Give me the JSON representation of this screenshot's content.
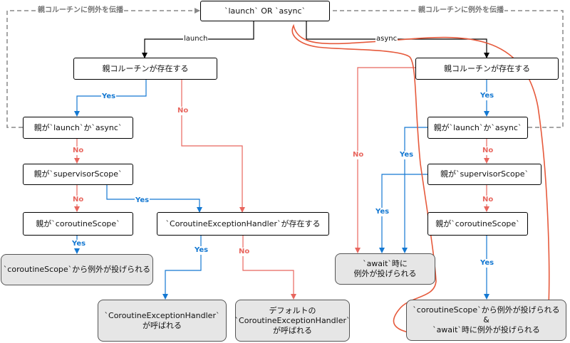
{
  "colors": {
    "yes": "#1478d2",
    "no": "#e8665e",
    "propagate": "#888888",
    "plain": "#000000",
    "highlight": "#e65a3c",
    "result_bg": "#e6e6e6"
  },
  "nodes": {
    "root": "`launch` OR `async`",
    "launch_parent_exists": "親コルーチンが存在する",
    "launch_parent_launch_or_async": "親が`launch`か`async`",
    "launch_parent_supervisor": "親が`supervisorScope`",
    "launch_parent_coroutine_scope": "親が`coroutineScope`",
    "launch_throw_coroutine_scope": "`coroutineScope`から例外が投げられる",
    "handler_exists": "`CoroutineExceptionHandler`が存在する",
    "handler_called": "`CoroutineExceptionHandler`\nが呼ばれる",
    "default_handler_called": "デフォルトの\n`CoroutineExceptionHandler`\nが呼ばれる",
    "async_parent_exists": "親コルーチンが存在する",
    "async_parent_launch_or_async": "親が`launch`か`async`",
    "async_parent_supervisor": "親が`supervisorScope`",
    "async_parent_coroutine_scope": "親が`coroutineScope`",
    "await_throws": "`await`時に\n例外が投げられる",
    "both_throw": "`coroutineScope`から例外が投げられる\n&\n`await`時に例外が投げられる"
  },
  "labels": {
    "propagate": "親コルーチンに例外を伝播",
    "launch": "launch",
    "async": "async",
    "yes": "Yes",
    "no": "No"
  }
}
